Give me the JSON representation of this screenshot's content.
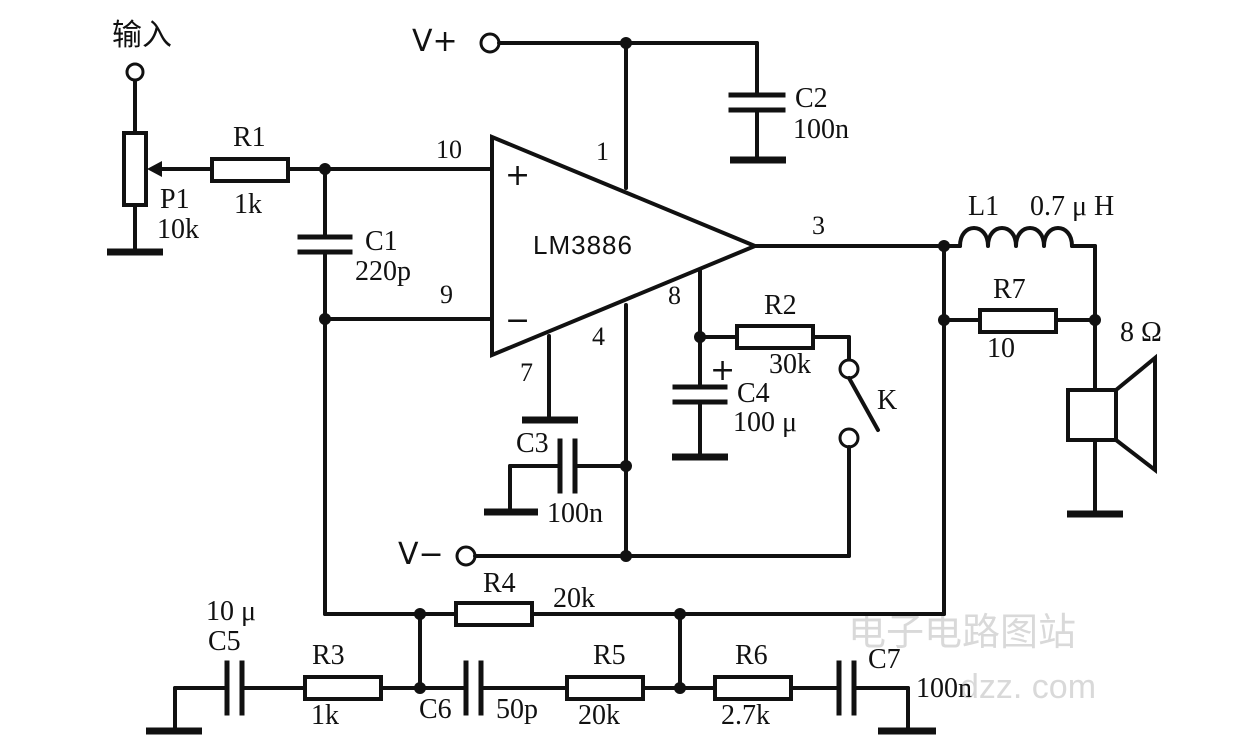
{
  "watermark": {
    "line1": "电子电路图站",
    "line2": "dzz. com"
  },
  "ic": {
    "name": "LM3886",
    "plus": "+",
    "minus": "−"
  },
  "pins": {
    "p10": "10",
    "p1": "1",
    "p3": "3",
    "p9": "9",
    "p8": "8",
    "p4": "4",
    "p7": "7"
  },
  "labels": {
    "input": "输入",
    "vplus": "V+",
    "vminus": "V−",
    "r1": "R1",
    "r1_val": "1k",
    "p1": "P1",
    "p1_val": "10k",
    "c1": "C1",
    "c1_val": "220p",
    "c2": "C2",
    "c2_val": "100n",
    "c3": "C3",
    "c3_val": "100n",
    "c4": "C4",
    "c4_val": "100 μ",
    "c4_plus": "+",
    "r2": "R2",
    "r2_val": "30k",
    "k": "K",
    "l1": "L1",
    "l1_val": "0.7 μ H",
    "r7": "R7",
    "r7_val": "10",
    "spk": "8 Ω",
    "r4": "R4",
    "r4_val": "20k",
    "c5": "C5",
    "c5_val": "10 μ",
    "r3": "R3",
    "r3_val": "1k",
    "c6": "C6",
    "c6_val": "50p",
    "r5": "R5",
    "r5_val": "20k",
    "r6": "R6",
    "r6_val": "2.7k",
    "c7": "C7",
    "c7_val": "100n"
  }
}
